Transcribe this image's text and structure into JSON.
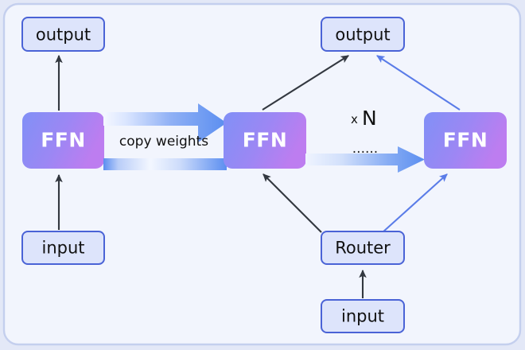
{
  "panel": {
    "background_color": "#f2f5fd",
    "border_color": "#c4cfee",
    "outer_background_color": "#e3e8f7",
    "corner_radius": 18
  },
  "palette": {
    "io_box_fill": "#dde4fb",
    "io_box_border": "#4a63d6",
    "io_text": "#111111",
    "ffn_gradient_start": "#8190f6",
    "ffn_gradient_end": "#bd7df0",
    "ffn_text": "#ffffff",
    "dark_arrow": "#333840",
    "blue_arrow": "#5a7ce8",
    "block_arrow_light": "#eef3ff",
    "block_arrow_strong": "#5b8ef0"
  },
  "nodes": {
    "left_output": {
      "label": "output",
      "kind": "io-box"
    },
    "left_ffn": {
      "label": "FFN",
      "kind": "ffn-box"
    },
    "left_input": {
      "label": "input",
      "kind": "io-box"
    },
    "mid_ffn": {
      "label": "FFN",
      "kind": "ffn-box"
    },
    "right_output": {
      "label": "output",
      "kind": "io-box"
    },
    "right_ffn": {
      "label": "FFN",
      "kind": "ffn-box"
    },
    "router": {
      "label": "Router",
      "kind": "io-box"
    },
    "right_input": {
      "label": "input",
      "kind": "io-box"
    }
  },
  "edge_labels": {
    "copy_weights": "copy weights",
    "repeat_prefix": "x",
    "repeat_count": "N",
    "ellipsis": "......"
  },
  "edges": [
    {
      "name": "left-input-to-left-ffn",
      "from": "left_input",
      "to": "left_ffn",
      "style": "dark-thin"
    },
    {
      "name": "left-ffn-to-left-output",
      "from": "left_ffn",
      "to": "left_output",
      "style": "dark-thin"
    },
    {
      "name": "left-ffn-to-mid-ffn",
      "from": "left_ffn",
      "to": "mid_ffn",
      "style": "block-outline-gradient",
      "label": "copy weights"
    },
    {
      "name": "mid-ffn-to-right-ffn",
      "from": "mid_ffn",
      "to": "right_ffn",
      "style": "block-solid-gradient"
    },
    {
      "name": "mid-ffn-to-right-output",
      "from": "mid_ffn",
      "to": "right_output",
      "style": "dark-thin"
    },
    {
      "name": "right-ffn-to-right-output",
      "from": "right_ffn",
      "to": "right_output",
      "style": "blue-thin"
    },
    {
      "name": "right-input-to-router",
      "from": "right_input",
      "to": "router",
      "style": "dark-thin"
    },
    {
      "name": "router-to-mid-ffn",
      "from": "router",
      "to": "mid_ffn",
      "style": "dark-thin"
    },
    {
      "name": "router-to-right-ffn",
      "from": "router",
      "to": "right_ffn",
      "style": "blue-thin"
    }
  ]
}
